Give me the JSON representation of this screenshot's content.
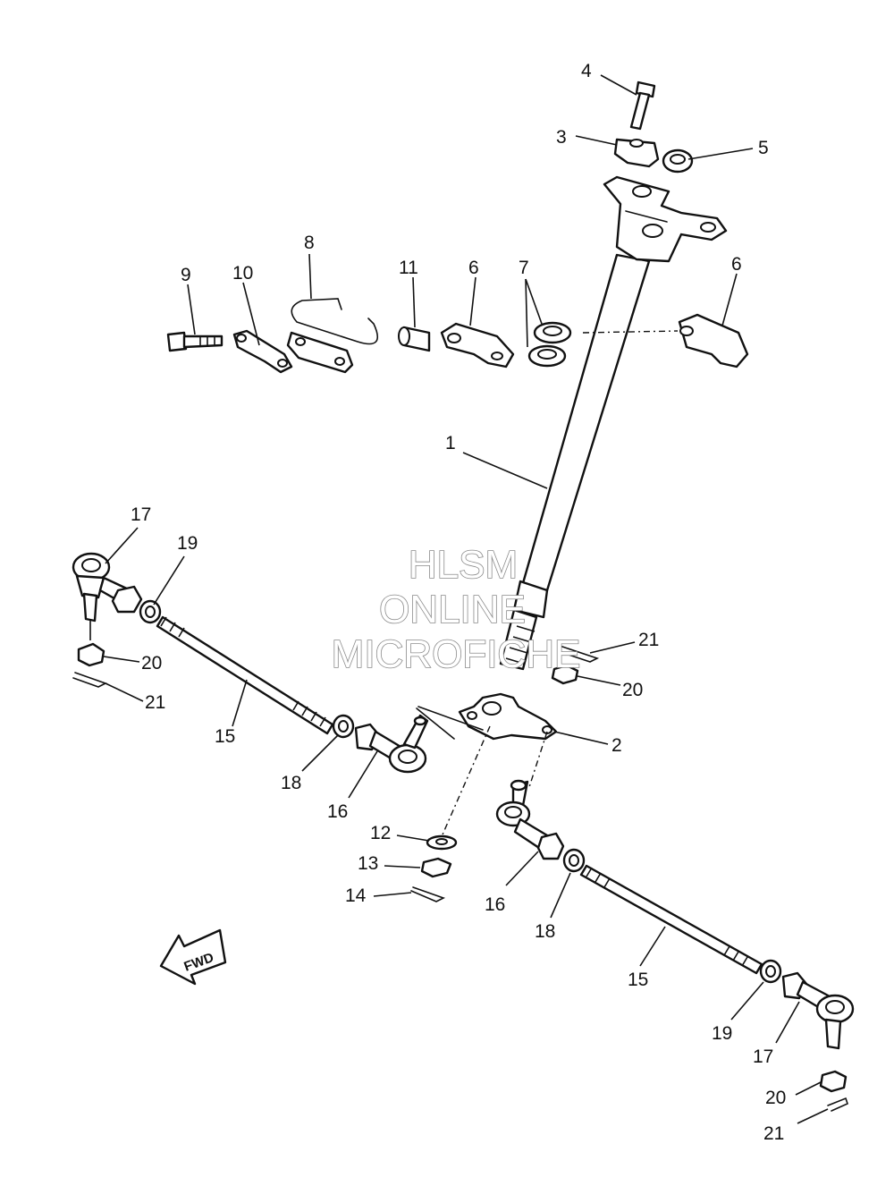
{
  "watermark": {
    "line1": "HLSM",
    "line2": "ONLINE",
    "line3": "MICROFICHE"
  },
  "fwd_label": "FWD",
  "callouts": [
    {
      "id": "c4",
      "label": "4"
    },
    {
      "id": "c3",
      "label": "3"
    },
    {
      "id": "c5",
      "label": "5"
    },
    {
      "id": "c8",
      "label": "8"
    },
    {
      "id": "c9",
      "label": "9"
    },
    {
      "id": "c10",
      "label": "10"
    },
    {
      "id": "c11",
      "label": "11"
    },
    {
      "id": "c6a",
      "label": "6"
    },
    {
      "id": "c7",
      "label": "7"
    },
    {
      "id": "c6b",
      "label": "6"
    },
    {
      "id": "c1",
      "label": "1"
    },
    {
      "id": "c17a",
      "label": "17"
    },
    {
      "id": "c19a",
      "label": "19"
    },
    {
      "id": "c20a",
      "label": "20"
    },
    {
      "id": "c21a",
      "label": "21"
    },
    {
      "id": "c15a",
      "label": "15"
    },
    {
      "id": "c18a",
      "label": "18"
    },
    {
      "id": "c16a",
      "label": "16"
    },
    {
      "id": "c21b",
      "label": "21"
    },
    {
      "id": "c20b",
      "label": "20"
    },
    {
      "id": "c2",
      "label": "2"
    },
    {
      "id": "c12",
      "label": "12"
    },
    {
      "id": "c13",
      "label": "13"
    },
    {
      "id": "c14",
      "label": "14"
    },
    {
      "id": "c16b",
      "label": "16"
    },
    {
      "id": "c18b",
      "label": "18"
    },
    {
      "id": "c15b",
      "label": "15"
    },
    {
      "id": "c19b",
      "label": "19"
    },
    {
      "id": "c17b",
      "label": "17"
    },
    {
      "id": "c20c",
      "label": "20"
    },
    {
      "id": "c21c",
      "label": "21"
    }
  ]
}
